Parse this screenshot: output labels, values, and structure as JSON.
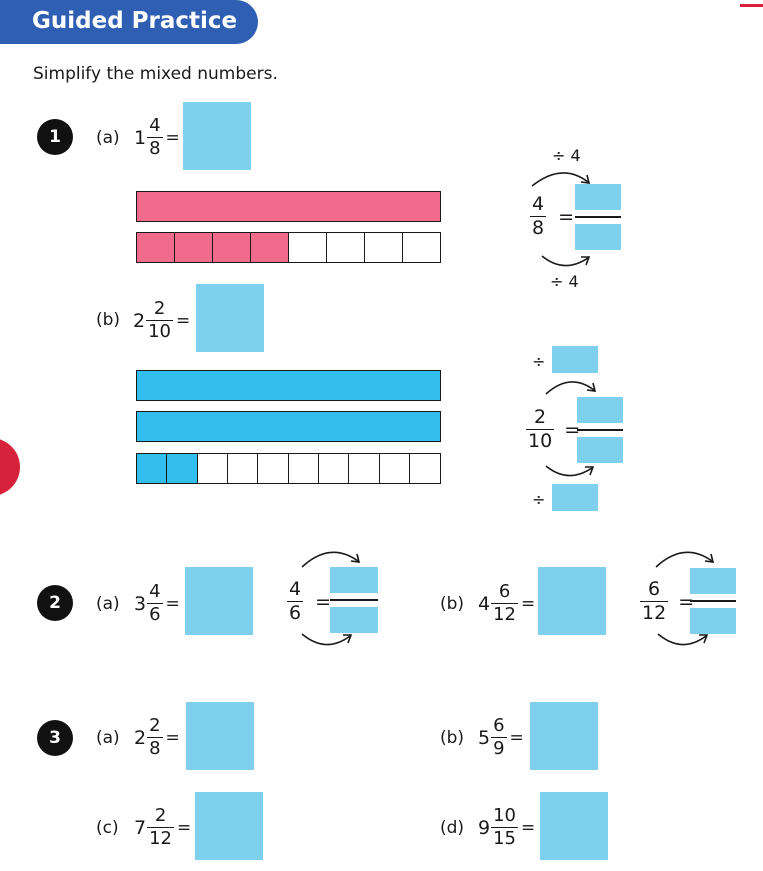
{
  "header": {
    "title": "Guided Practice"
  },
  "instruction": "Simplify the mixed numbers.",
  "colors": {
    "banner": "#2f5fb3",
    "answer_box": "#7fd0ec",
    "pink": "#f06b8c",
    "blue": "#33bfee",
    "accent_red": "#d6223a"
  },
  "q1": {
    "number": "1",
    "a": {
      "label": "(a)",
      "whole": "1",
      "num": "4",
      "den": "8",
      "eq": "=",
      "bar_parts": 8,
      "shaded": 4,
      "divide_label": "÷ 4",
      "simplify": {
        "num": "4",
        "den": "8",
        "eq": "="
      }
    },
    "b": {
      "label": "(b)",
      "whole": "2",
      "num": "2",
      "den": "10",
      "eq": "=",
      "bar_parts": 10,
      "shaded": 2,
      "divide_sign": "÷",
      "simplify": {
        "num": "2",
        "den": "10",
        "eq": "="
      }
    }
  },
  "q2": {
    "number": "2",
    "a": {
      "label": "(a)",
      "whole": "3",
      "num": "4",
      "den": "6",
      "eq": "=",
      "simplify": {
        "num": "4",
        "den": "6",
        "eq": "="
      }
    },
    "b": {
      "label": "(b)",
      "whole": "4",
      "num": "6",
      "den": "12",
      "eq": "=",
      "simplify": {
        "num": "6",
        "den": "12",
        "eq": "="
      }
    }
  },
  "q3": {
    "number": "3",
    "a": {
      "label": "(a)",
      "whole": "2",
      "num": "2",
      "den": "8",
      "eq": "="
    },
    "b": {
      "label": "(b)",
      "whole": "5",
      "num": "6",
      "den": "9",
      "eq": "="
    },
    "c": {
      "label": "(c)",
      "whole": "7",
      "num": "2",
      "den": "12",
      "eq": "="
    },
    "d": {
      "label": "(d)",
      "whole": "9",
      "num": "10",
      "den": "15",
      "eq": "="
    }
  }
}
